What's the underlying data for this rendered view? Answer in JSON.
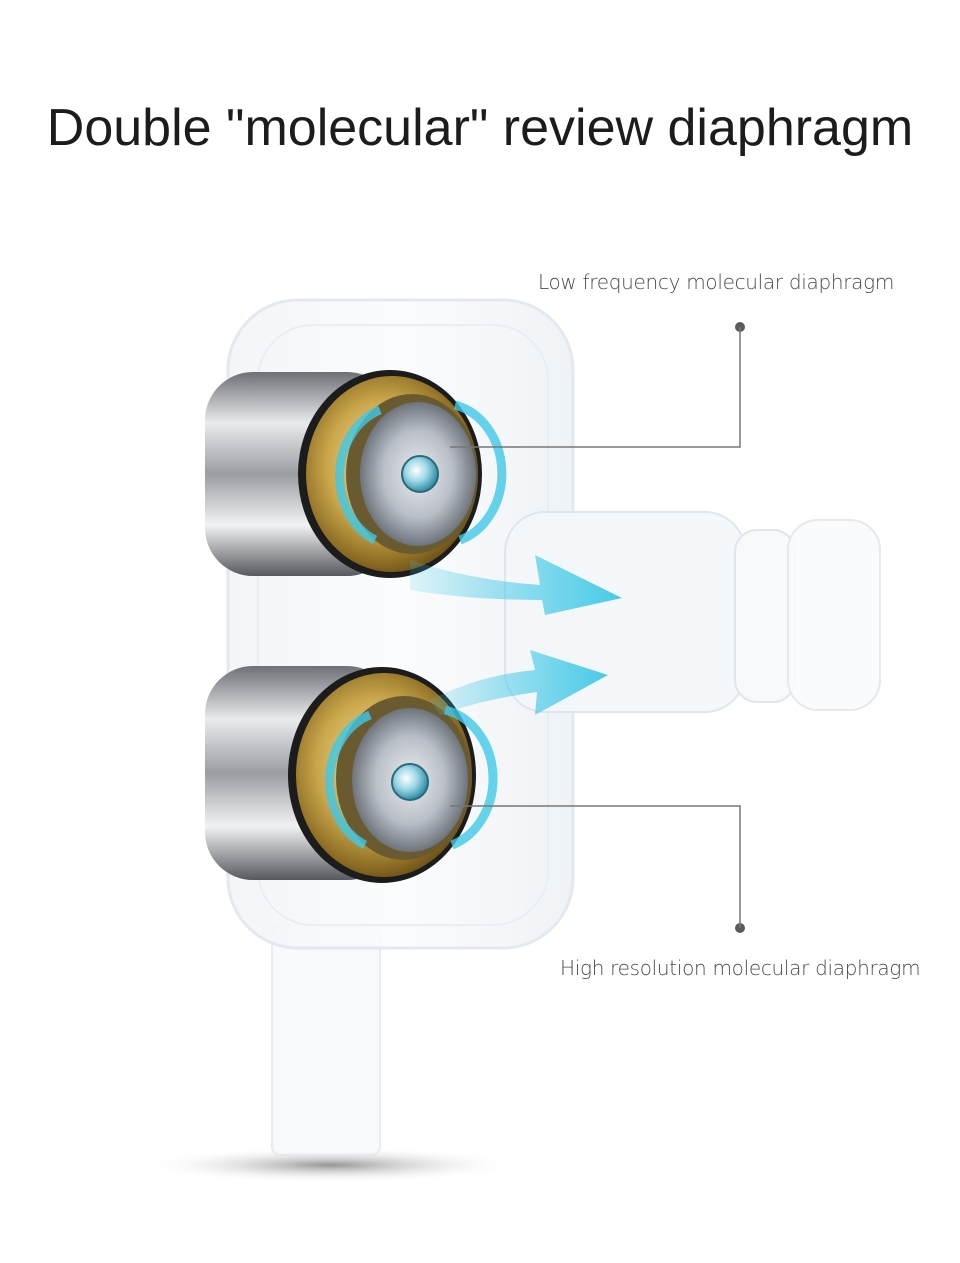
{
  "title": "Double \"molecular\" review diaphragm",
  "callouts": {
    "low": "Low frequency molecular diaphragm",
    "high": "High resolution molecular diaphragm"
  },
  "colors": {
    "background": "#ffffff",
    "title_text": "#1c1c1c",
    "callout_text": "#4a4a4a",
    "callout_line": "#777777",
    "gold": "#c9a64a",
    "arrow": "#3ec8e6",
    "chrome": "#b5b8bd"
  }
}
